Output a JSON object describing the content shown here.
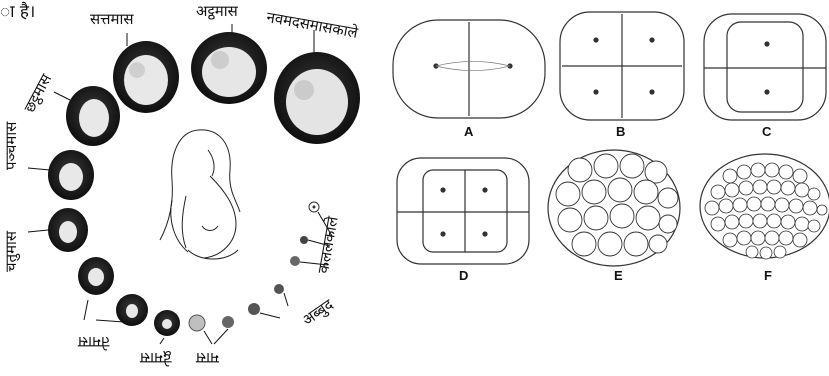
{
  "left_panel": {
    "intro_fragment": "ा है।",
    "month_labels": {
      "m7": "सत्तमास",
      "m8": "अट्ठमास",
      "m9": "नवमदसमासकाले",
      "m6": "छट्ठमास",
      "m5": "पञ्चमास",
      "m4": "चतुमास",
      "m3": "तेमास",
      "m2": "द्वेमास",
      "m1": "मास",
      "stage_early": "अब्बुद",
      "stage_first": "कललकाले"
    }
  },
  "right_panel": {
    "cleavage_labels": [
      "A",
      "B",
      "C",
      "D",
      "E",
      "F"
    ]
  }
}
